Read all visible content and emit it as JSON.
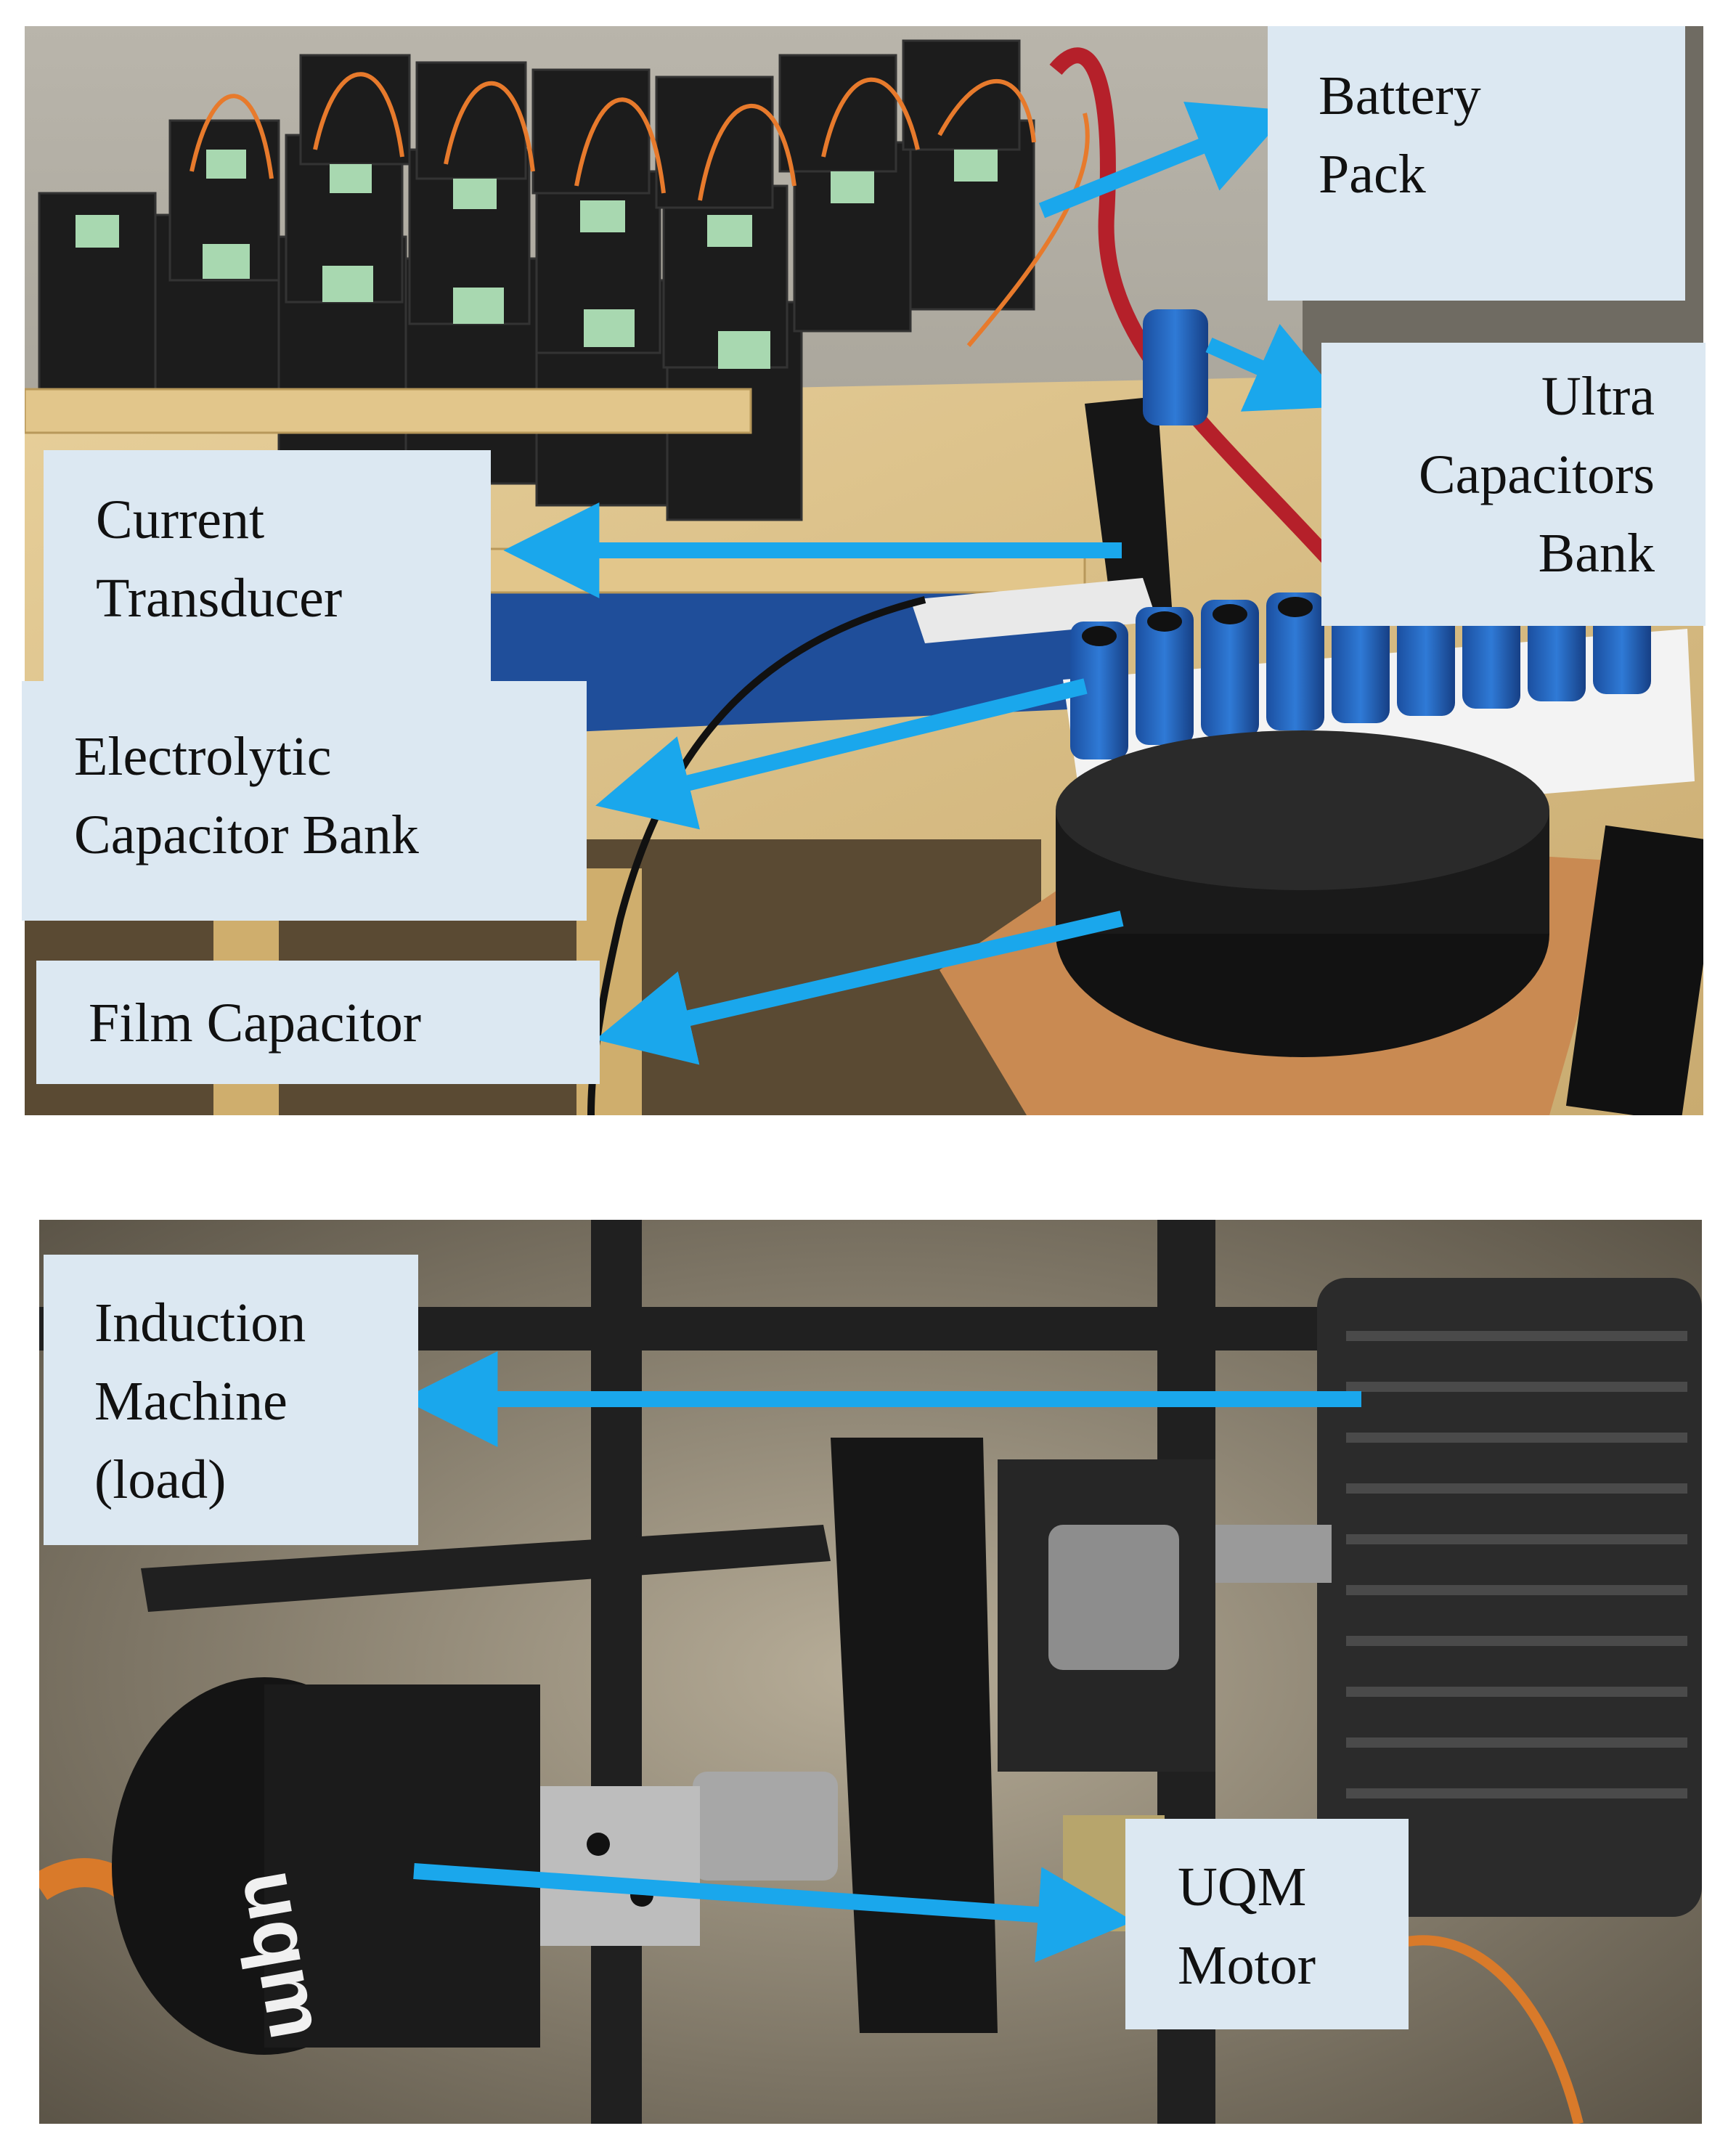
{
  "labels": {
    "battery_pack": {
      "lines": [
        "Battery",
        "Pack"
      ]
    },
    "ultra_capacitors_bank": {
      "lines": [
        "Ultra",
        "Capacitors",
        "Bank"
      ]
    },
    "current_transducer": {
      "lines": [
        "Current",
        "Transducer"
      ]
    },
    "electrolytic_capacitor_bank": {
      "lines": [
        "Electrolytic",
        "Capacitor Bank"
      ]
    },
    "film_capacitor": {
      "lines": [
        "Film Capacitor"
      ]
    },
    "induction_machine": {
      "lines": [
        "Induction",
        "Machine",
        "(load)"
      ]
    },
    "uqm_motor": {
      "lines": [
        "UQM",
        "Motor"
      ]
    }
  },
  "colors": {
    "label_background": "#dce8f2",
    "arrow": "#1aa7ec",
    "label_text": "#111111"
  }
}
